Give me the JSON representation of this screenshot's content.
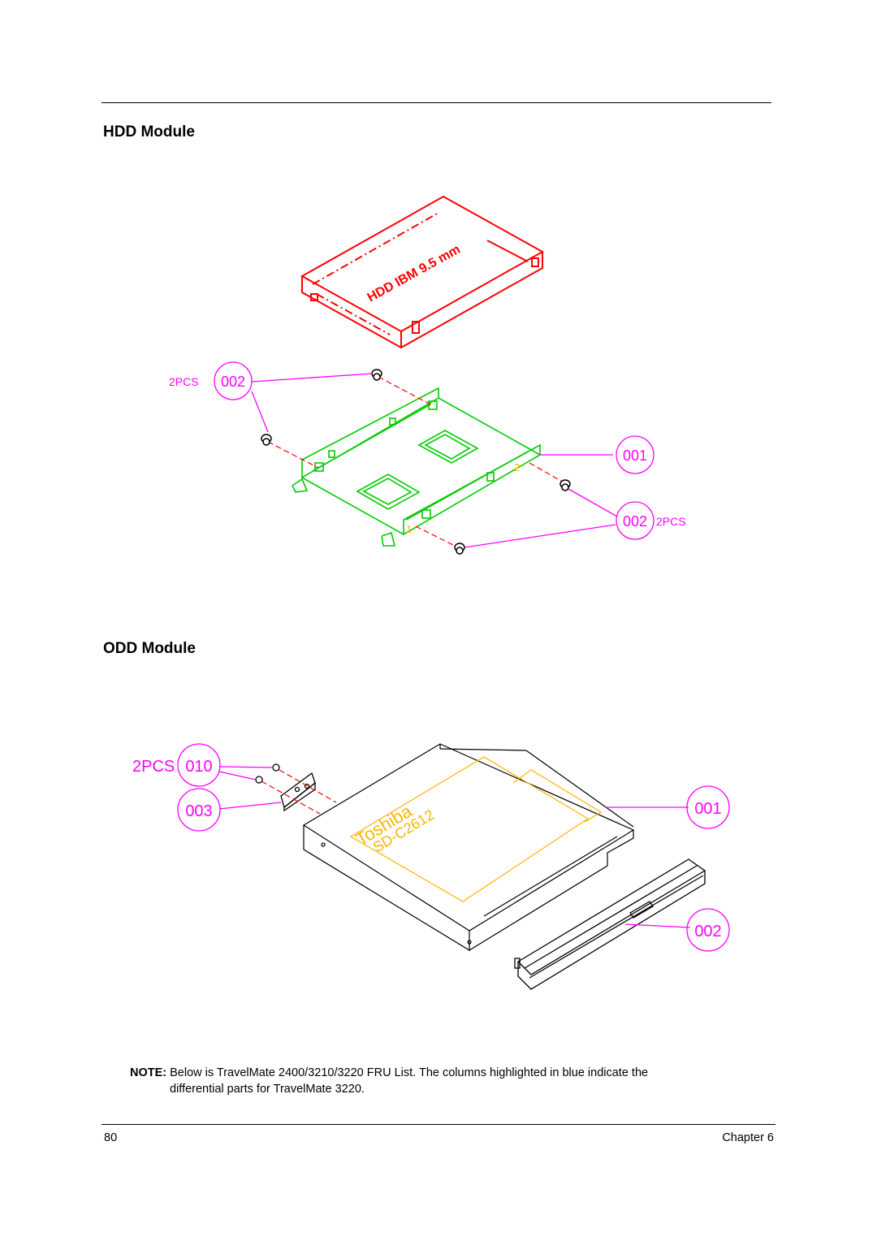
{
  "sections": {
    "hdd_title": "HDD Module",
    "odd_title": "ODD Module"
  },
  "hdd_figure": {
    "drive_label": "HDD IBM 9.5 mm",
    "bracket_marks": [
      "1",
      "2"
    ],
    "callouts": {
      "top_screws": {
        "qty": "2PCS",
        "part": "002"
      },
      "bracket": {
        "part": "001"
      },
      "bottom_screws": {
        "part": "002",
        "qty": "2PCS"
      }
    }
  },
  "odd_figure": {
    "drive_label_line1": "Toshiba",
    "drive_label_line2": "SD-C2612",
    "callouts": {
      "screws": {
        "qty": "2PCS",
        "part": "010"
      },
      "bracket": {
        "part": "003"
      },
      "drive": {
        "part": "001"
      },
      "bezel": {
        "part": "002"
      }
    }
  },
  "note": {
    "prefix": "NOTE:",
    "line1": "Below is TravelMate 2400/3210/3220 FRU List. The columns highlighted in blue indicate the",
    "line2": "differential parts for TravelMate 3220."
  },
  "footer": {
    "page_number": "80",
    "chapter": "Chapter 6"
  },
  "colors": {
    "hdd": "#ff0000",
    "bracket": "#00cc00",
    "callout": "#ff00ff",
    "odd_label": "#ffb400",
    "line": "#000000"
  }
}
